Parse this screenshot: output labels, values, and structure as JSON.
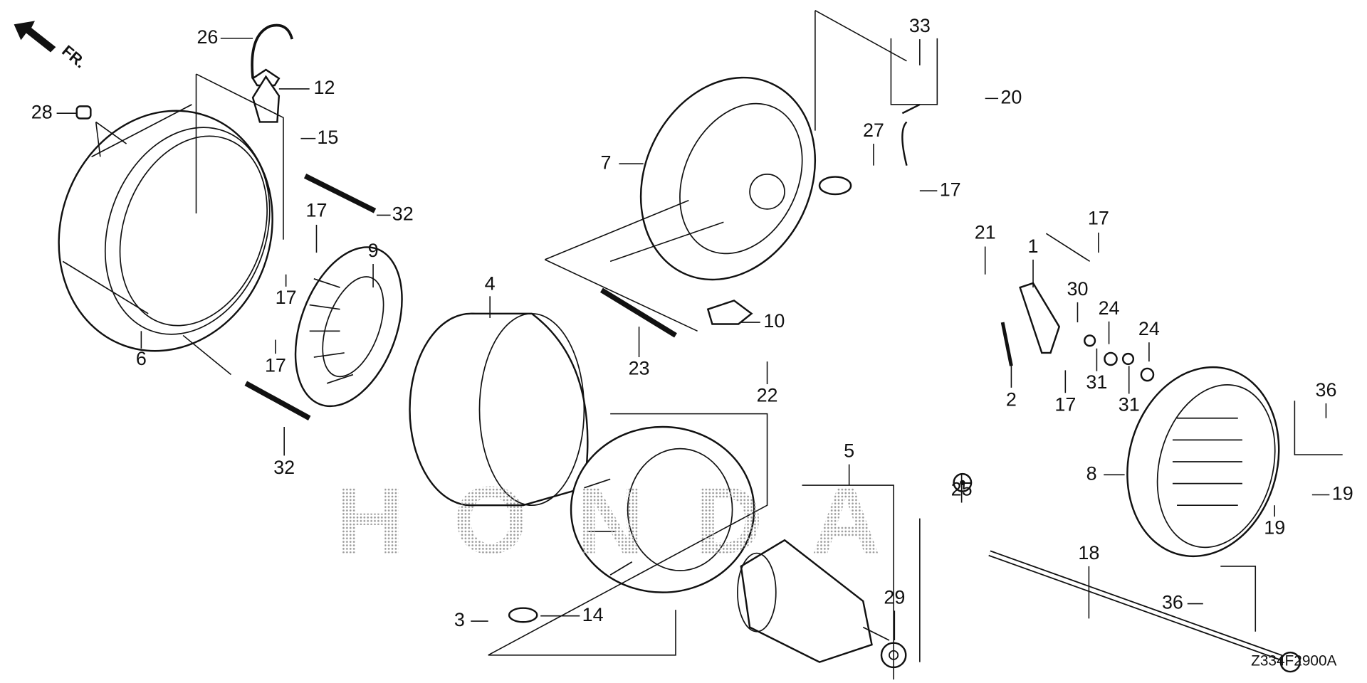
{
  "diagram": {
    "direction_label": "FR.",
    "watermark": "HONDA",
    "drawing_code": "Z334F2900A",
    "callouts": [
      "26",
      "12",
      "28",
      "15",
      "32",
      "17",
      "9",
      "17",
      "17",
      "6",
      "32",
      "4",
      "7",
      "33",
      "20",
      "27",
      "17",
      "23",
      "10",
      "22",
      "21",
      "1",
      "17",
      "30",
      "24",
      "24",
      "2",
      "17",
      "31",
      "31",
      "36",
      "8",
      "19",
      "19",
      "5",
      "25",
      "18",
      "29",
      "36",
      "3",
      "14"
    ]
  }
}
